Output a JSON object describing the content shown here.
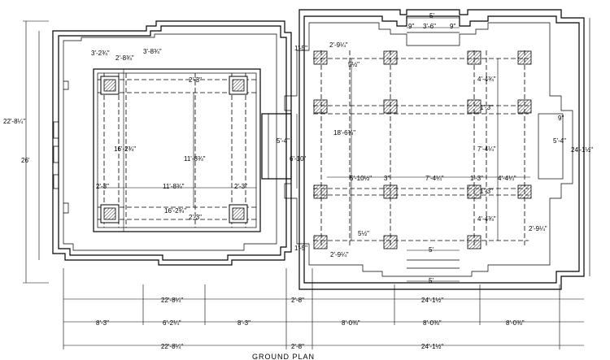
{
  "title": "GROUND PLAN",
  "dims": {
    "overall_height_left": "22'-8¼\"",
    "overall_height_outer": "26'",
    "overall_height_right": "24'-1½\"",
    "top_5": "5'",
    "top_3_6": "3'-6\"",
    "top_9a": "9\"",
    "top_9b": "9\"",
    "d_3_2": "3'-2¾\"",
    "d_2_8": "2'-8¾\"",
    "d_3_8": "3'-8¾\"",
    "d_2_9_top": "2'-9¼\"",
    "d_1_5_top": "1'-5\"",
    "d_5_half_top": "5½\"",
    "d_2_3_top": "2'-3\"",
    "d_16_2_vert": "16'-2¾\"",
    "d_11_8_vert": "11'-8¾\"",
    "d_2_3_left": "2'-3\"",
    "d_11_8_h": "11'-8¾\"",
    "d_2_3_right": "2'-3\"",
    "d_16_2_h": "16'-2¾\"",
    "d_2_3_bot": "2'-3\"",
    "d_5_4_left": "5'-4\"",
    "d_6_10": "6'-10\"",
    "d_18_6": "18'-6¾\"",
    "d_5_10": "5'-10½\"",
    "d_3_in": "3\"",
    "d_7_4": "7'-4¼\"",
    "d_1_3": "1'-3\"",
    "d_4_4_h": "4'-4¼\"",
    "d_4_4_v1": "4'-4¾\"",
    "d_1_3_v1": "1'-3\"",
    "d_7_4_v": "7'-4¼\"",
    "d_1_3_v2": "1'-3\"",
    "d_4_4_v2": "4'-4¾\"",
    "d_5_4_right": "5'-4\"",
    "d_2_9_right": "2'-9¼\"",
    "d_5_half_bot": "5½\"",
    "d_1_5_bot": "1'-5\"",
    "d_2_9_bot": "2'-9¼\"",
    "bot_5a": "5'",
    "bot_5b": "5'",
    "d_9_right": "9\"",
    "row1_a": "22'-8¼\"",
    "row1_b": "2'-8\"",
    "row1_c": "24'-1½\"",
    "row2_a": "8'-3\"",
    "row2_b": "6'-2¼\"",
    "row2_c": "8'-3\"",
    "row2_d": "8'-0⅜\"",
    "row2_e": "8'-0⅜\"",
    "row2_f": "8'-0⅜\"",
    "row3_a": "22'-8¼\"",
    "row3_b": "2'-8\"",
    "row3_c": "24'-1½\""
  }
}
